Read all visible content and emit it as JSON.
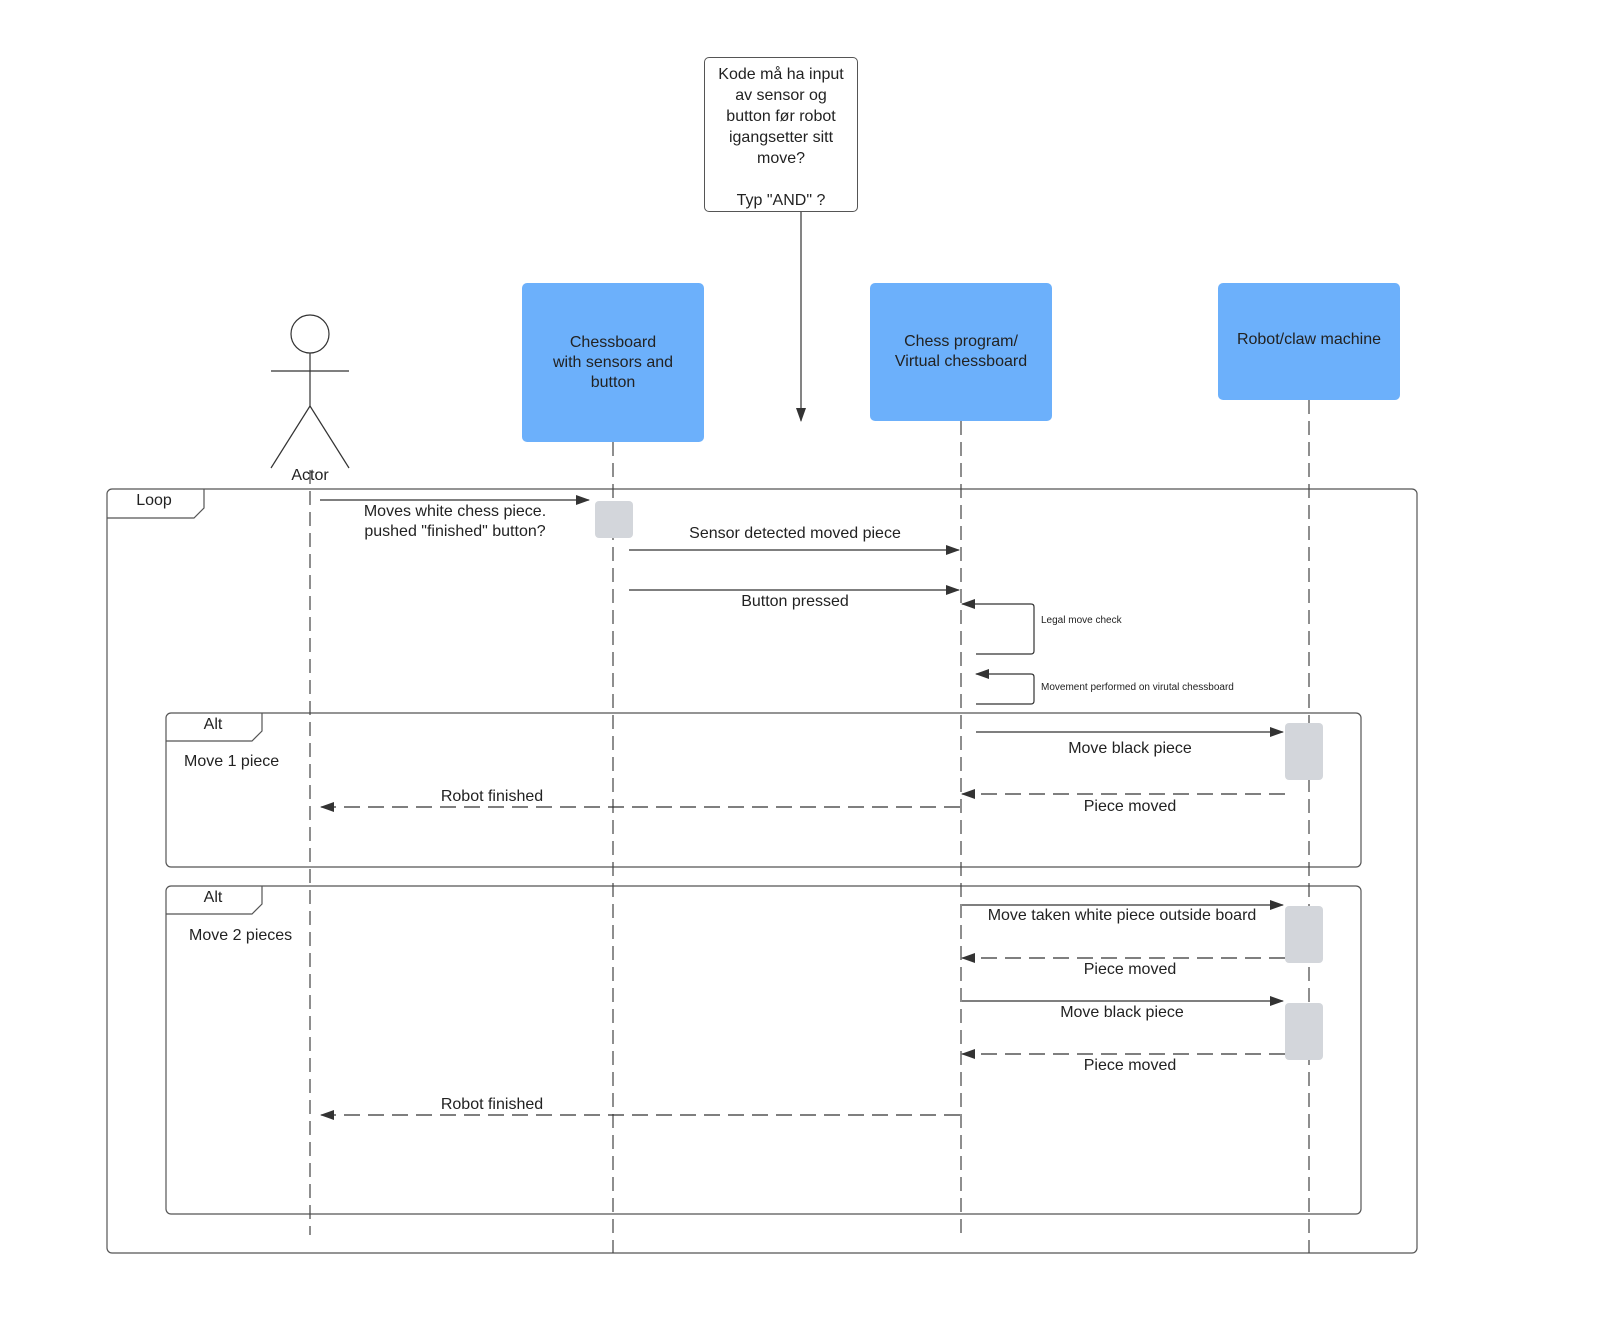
{
  "note": {
    "text": "Kode må ha input\nav sensor og\nbutton før robot\nigangsetter sitt\nmove?\n\nTyp \"AND\" ?"
  },
  "actor": {
    "label": "Actor"
  },
  "lifelines": [
    {
      "label": "Chessboard\nwith sensors and\nbutton"
    },
    {
      "label": "Chess program/\nVirtual chessboard"
    },
    {
      "label": "Robot/claw machine"
    }
  ],
  "frames": {
    "loop": {
      "tag": "Loop"
    },
    "alt1": {
      "tag": "Alt",
      "guard": "Move 1 piece"
    },
    "alt2": {
      "tag": "Alt",
      "guard": "Move 2 pieces"
    }
  },
  "messages": {
    "moves_white": "Moves  white chess piece.\npushed \"finished\" button?",
    "sensor_detected": "Sensor detected moved piece",
    "button_pressed": "Button pressed",
    "legal_move_check": "Legal move check",
    "movement_performed": "Movement performed on virutal chessboard",
    "alt1_move_black": "Move black piece",
    "alt1_piece_moved": "Piece moved",
    "alt1_robot_finished": "Robot finished",
    "alt2_move_taken": "Move taken white piece outside board",
    "alt2_piece_moved_1": "Piece moved",
    "alt2_move_black": "Move black piece",
    "alt2_piece_moved_2": "Piece moved",
    "alt2_robot_finished": "Robot finished"
  },
  "colors": {
    "lifeline_box": "#6cb0fb",
    "activation": "#d3d6db",
    "line": "#333333"
  }
}
